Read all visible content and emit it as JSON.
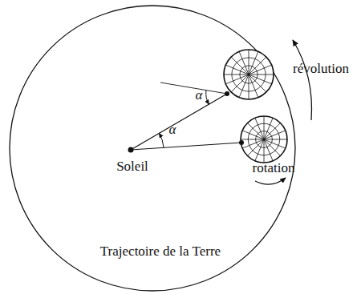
{
  "diagram": {
    "labels": [
      "α",
      "révolution",
      "α",
      "rotation",
      "Soleil",
      "Trajectoire de la Terre"
    ]
  }
}
